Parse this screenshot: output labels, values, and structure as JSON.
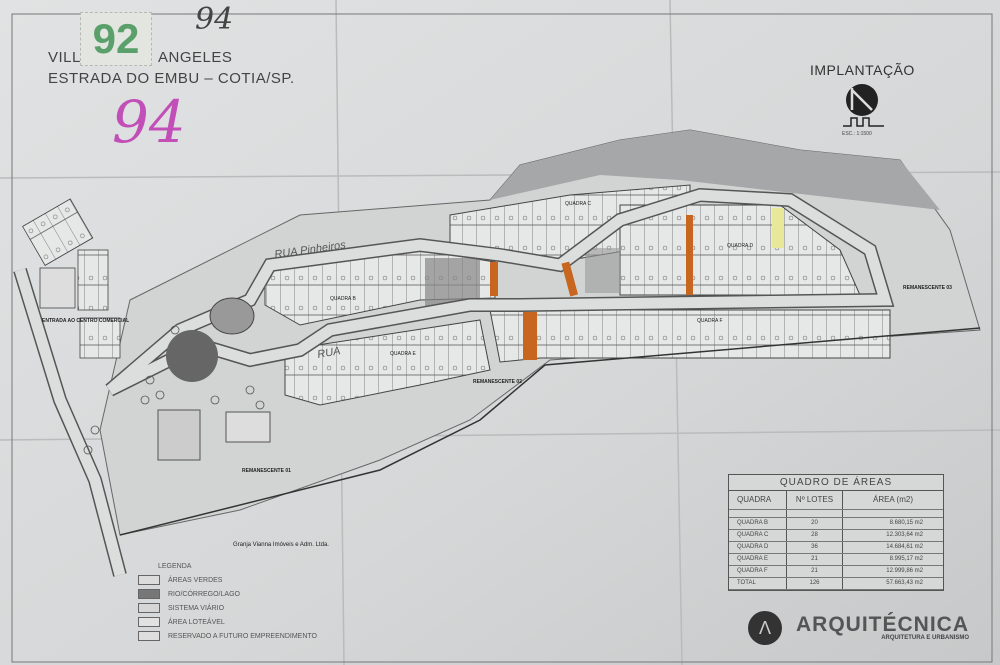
{
  "header": {
    "stamp_number": "92",
    "handwritten_top": "94",
    "handwritten_large": "94",
    "title_prefix": "VILL",
    "title_suffix": "ANGELES",
    "address": "ESTRADA DO EMBU – COTIA/SP."
  },
  "north": {
    "title": "IMPLANTAÇÃO",
    "scale": "ESC.: 1:1500"
  },
  "map_labels": {
    "street_1": "RUA Pinheiros",
    "street_2": "RUA",
    "entrance": "ENTRADA AO CENTRO COMERCIAL",
    "quadra_b": "QUADRA B",
    "quadra_c": "QUADRA C",
    "quadra_d": "QUADRA D",
    "quadra_e": "QUADRA E",
    "quadra_f": "QUADRA F",
    "remanescente_01": "REMANESCENTE 01",
    "remanescente_02": "REMANESCENTE 02",
    "remanescente_03": "REMANESCENTE 03",
    "owner": "Granja Vianna Imóveis e Adm. Ltda."
  },
  "areas_table": {
    "title": "QUADRO DE ÁREAS",
    "headers": [
      "QUADRA",
      "Nº LOTES",
      "ÁREA (m2)"
    ],
    "rows": [
      {
        "quadra": "QUADRA B",
        "lotes": "20",
        "area": "8.680,15 m2"
      },
      {
        "quadra": "QUADRA C",
        "lotes": "28",
        "area": "12.303,64 m2"
      },
      {
        "quadra": "QUADRA D",
        "lotes": "36",
        "area": "14.684,61 m2"
      },
      {
        "quadra": "QUADRA E",
        "lotes": "21",
        "area": "8.995,17 m2"
      },
      {
        "quadra": "QUADRA F",
        "lotes": "21",
        "area": "12.999,86 m2"
      },
      {
        "quadra": "TOTAL",
        "lotes": "126",
        "area": "57.663,43 m2"
      }
    ]
  },
  "legend": {
    "title": "LEGENDA",
    "items": [
      {
        "label": "ÁREAS VERDES",
        "color": "#dcdcdc"
      },
      {
        "label": "RIO/CÓRREGO/LAGO",
        "color": "#777777"
      },
      {
        "label": "SISTEMA VIÁRIO",
        "color": "#d6d6d6"
      },
      {
        "label": "ÁREA LOTEÁVEL",
        "color": "#e2e2e2"
      },
      {
        "label": "RESERVADO A FUTURO EMPREENDIMENTO",
        "color": "#dedede"
      }
    ]
  },
  "firm": {
    "name": "ARQUITÉCNICA",
    "tagline": "ARQUITETURA E URBANISMO"
  },
  "colors": {
    "paper": "#d8dadb",
    "orange_strip": "#c8651e",
    "highlight": "#e8e89a",
    "stamp_green": "#5aa06a",
    "pen_magenta": "#c24fb8"
  }
}
